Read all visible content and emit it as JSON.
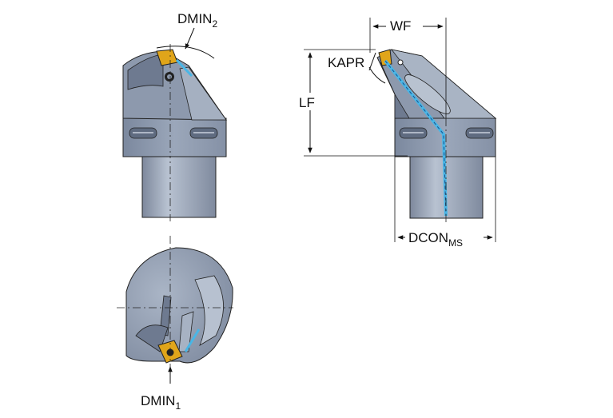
{
  "labels": {
    "dmin2": {
      "main": "DMIN",
      "sub": "2"
    },
    "dmin1": {
      "main": "DMIN",
      "sub": "1"
    },
    "wf": "WF",
    "kapr": "KAPR",
    "lf": "LF",
    "dcon": {
      "main": "DCON",
      "sub": "MS"
    }
  },
  "colors": {
    "body": "#8e9bb0",
    "body_dark": "#6f7c92",
    "body_light": "#b4bfcf",
    "shank": "#9aa5b7",
    "insert": "#e0a51a",
    "coolant": "#49b6e6",
    "line": "#111111"
  }
}
